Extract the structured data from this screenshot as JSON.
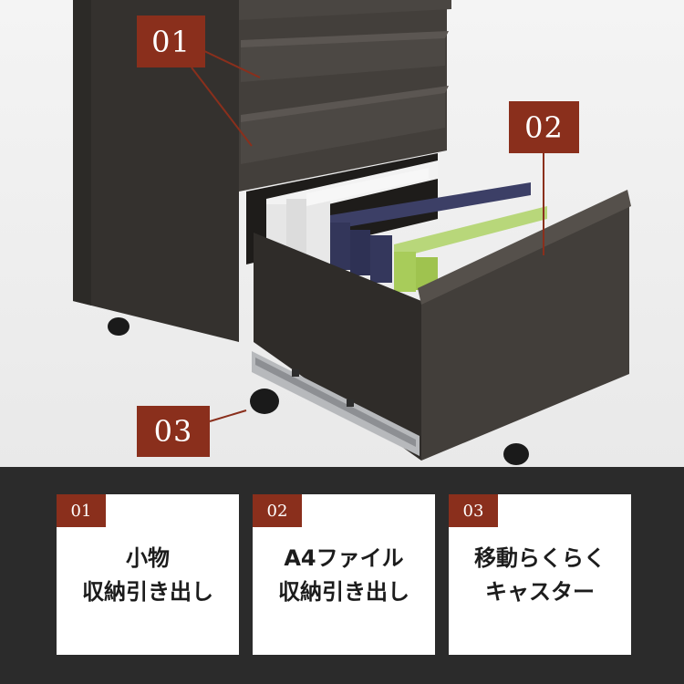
{
  "callouts": {
    "c01": "01",
    "c02": "02",
    "c03": "03"
  },
  "features": [
    {
      "number": "01",
      "line1": "小物",
      "line2": "収納引き出し"
    },
    {
      "number": "02",
      "line1": "A4ファイル",
      "line2": "収納引き出し"
    },
    {
      "number": "03",
      "line1": "移動らくらく",
      "line2": "キャスター"
    }
  ],
  "colors": {
    "accent": "#8a2f1c",
    "band": "#2b2b2b",
    "cabinet": "#3d3935",
    "card": "#ffffff"
  }
}
